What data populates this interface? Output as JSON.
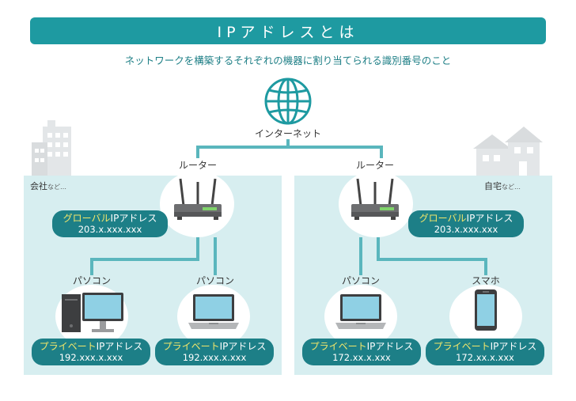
{
  "title": "IPアドレスとは",
  "subtitle": "ネットワークを構築するそれぞれの機器に割り当てられる識別番号のこと",
  "internet_label": "インターネット",
  "left": {
    "area_label": "会社",
    "area_tail": "など…",
    "router_label": "ルーター",
    "global_hl": "グローバル",
    "global_rest": "IPアドレス",
    "global_ip": "203.x.xxx.xxx",
    "device1_label": "パソコン",
    "device1_hl": "プライベート",
    "device1_rest": "IPアドレス",
    "device1_ip": "192.xxx.x.xxx",
    "device2_label": "パソコン",
    "device2_hl": "プライベート",
    "device2_rest": "IPアドレス",
    "device2_ip": "192.xxx.x.xxx"
  },
  "right": {
    "area_label": "自宅",
    "area_tail": "など…",
    "router_label": "ルーター",
    "global_hl": "グローバル",
    "global_rest": "IPアドレス",
    "global_ip": "203.x.xxx.xxx",
    "device1_label": "パソコン",
    "device1_hl": "プライベート",
    "device1_rest": "IPアドレス",
    "device1_ip": "172.xx.x.xxx",
    "device2_label": "スマホ",
    "device2_hl": "プライベート",
    "device2_rest": "IPアドレス",
    "device2_ip": "172.xx.x.xxx"
  },
  "colors": {
    "accent": "#1e9aa1",
    "panel": "#d7eef0",
    "pill": "#1d7f87",
    "highlight": "#f1e66a"
  }
}
